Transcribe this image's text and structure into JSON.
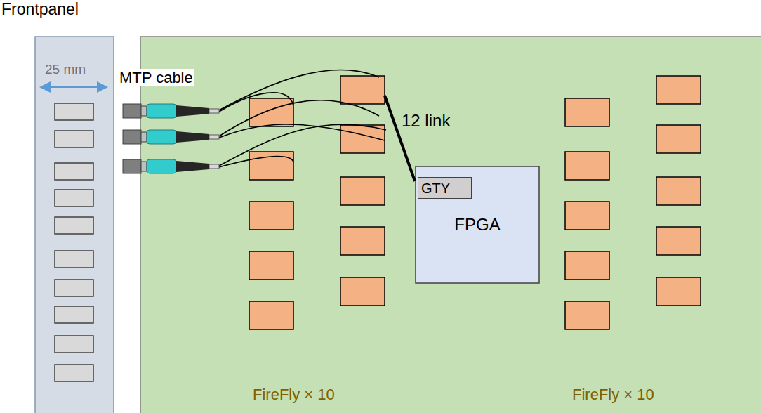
{
  "diagram": {
    "nodes": [
      {
        "text": [
          "FPGA"
        ]
      },
      {
        "text": [
          "GTY"
        ],
        "in": 0
      }
    ],
    "edges": [],
    "labels": [
      "Frontpanel",
      "25 mm",
      "MTP cable",
      "12 link",
      "FireFly × 10",
      "FireFly × 10"
    ]
  }
}
